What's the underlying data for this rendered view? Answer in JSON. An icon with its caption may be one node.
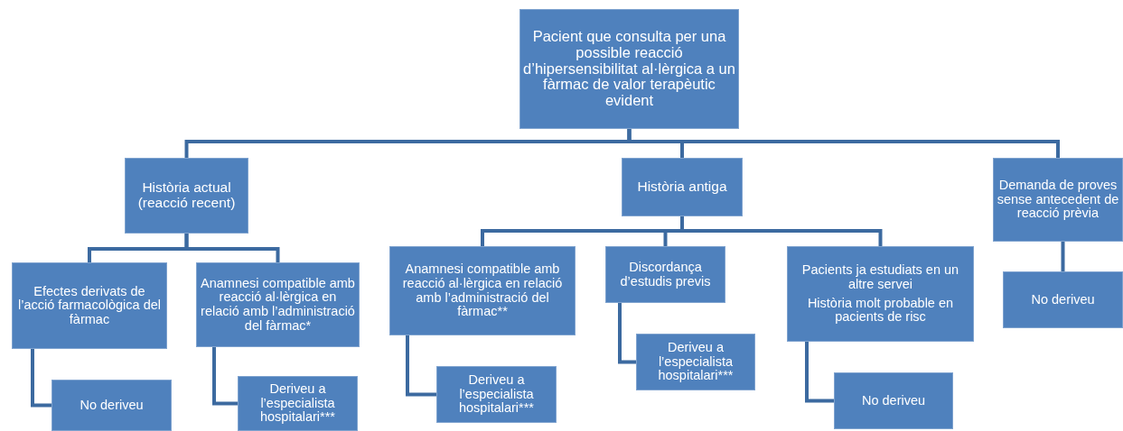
{
  "diagram": {
    "nodes": [
      {
        "text": [
          "Pacient que consulta per una possible reacció d’hipersensibilitat al·lèrgica a un fàrmac de valor terapèutic evident"
        ]
      },
      {
        "text": [
          "Història actual (reacció recent)"
        ]
      },
      {
        "text": [
          "Història antiga"
        ]
      },
      {
        "text": [
          "Demanda de proves sense antecedent de reacció prèvia"
        ]
      },
      {
        "text": [
          "Efectes derivats de l’acció farmacològica del fàrmac"
        ]
      },
      {
        "text": [
          "Anamnesi compatible amb reacció al·lèrgica en relació amb l’administració del fàrmac*"
        ]
      },
      {
        "text": [
          "No deriveu"
        ]
      },
      {
        "text": [
          "Deriveu a l’especialista hospitalari***"
        ]
      },
      {
        "text": [
          "Anamnesi compatible amb reacció al·lèrgica en relació amb l’administració del fàrmac**"
        ]
      },
      {
        "text": [
          "Discordança d’estudis previs"
        ]
      },
      {
        "text": [
          "Pacients ja estudiats en un altre servei",
          "Història molt probable en pacients de risc"
        ]
      },
      {
        "text": [
          "Deriveu a l’especialista hospitalari***"
        ]
      },
      {
        "text": [
          "Deriveu a l’especialista hospitalari***"
        ]
      },
      {
        "text": [
          "No deriveu"
        ]
      },
      {
        "text": [
          "No deriveu"
        ]
      }
    ],
    "edges": [
      {
        "from": 0,
        "to": 1,
        "arrow": "none"
      },
      {
        "from": 0,
        "to": 2,
        "arrow": "none"
      },
      {
        "from": 0,
        "to": 3,
        "arrow": "none"
      },
      {
        "from": 1,
        "to": 4,
        "arrow": "none"
      },
      {
        "from": 1,
        "to": 5,
        "arrow": "none"
      },
      {
        "from": 4,
        "to": 6,
        "arrow": "none"
      },
      {
        "from": 5,
        "to": 7,
        "arrow": "none"
      },
      {
        "from": 2,
        "to": 8,
        "arrow": "none"
      },
      {
        "from": 2,
        "to": 9,
        "arrow": "none"
      },
      {
        "from": 2,
        "to": 10,
        "arrow": "none"
      },
      {
        "from": 8,
        "to": 11,
        "arrow": "none"
      },
      {
        "from": 9,
        "to": 12,
        "arrow": "none"
      },
      {
        "from": 10,
        "to": 13,
        "arrow": "none"
      },
      {
        "from": 3,
        "to": 14,
        "arrow": "none"
      }
    ]
  }
}
